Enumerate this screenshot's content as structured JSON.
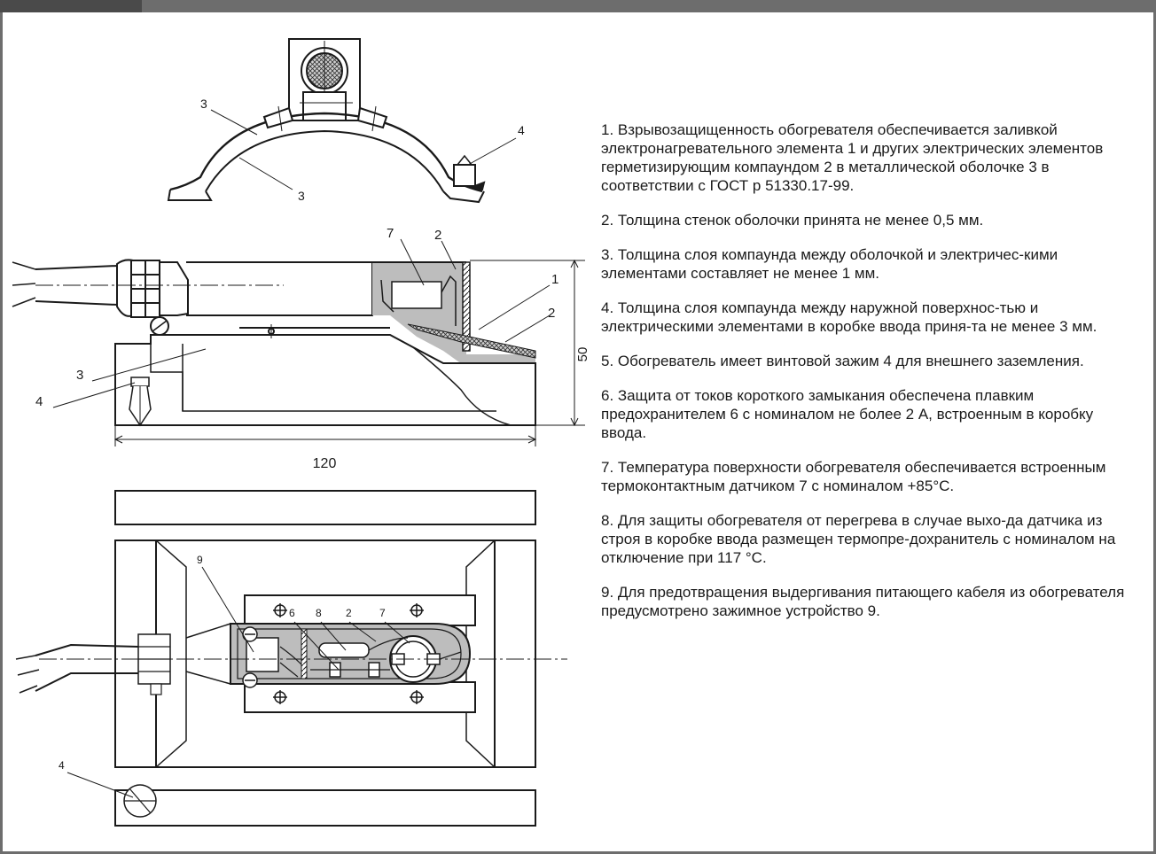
{
  "header": {
    "title": ""
  },
  "labels": {
    "top_view_3a": "3",
    "top_view_3b": "3",
    "top_view_4": "4",
    "side_7": "7",
    "side_2a": "2",
    "side_1": "1",
    "side_2b": "2",
    "side_50": "50",
    "side_3": "3",
    "side_4": "4",
    "side_120": "120",
    "plan_9": "9",
    "plan_6": "6",
    "plan_8": "8",
    "plan_2": "2",
    "plan_7": "7",
    "plan_4": "4"
  },
  "notes": [
    "1.  Взрывозащищенность обогревателя обеспечивается заливкой электронагревательного элемента 1 и других электрических элементов герметизирующим компаундом 2 в металлической оболочке 3 в соответствии с ГОСТ р 51330.17-99.",
    "2. Толщина стенок оболочки принята не менее 0,5 мм.",
    "3. Толщина слоя компаунда между оболочкой и электричес-кими элементами составляет не менее 1 мм.",
    "4. Толщина слоя компаунда между наружной поверхнос-тью и электрическими элементами в коробке ввода приня-та не менее 3 мм.",
    "5. Обогреватель имеет винтовой зажим 4 для внешнего заземления.",
    "6. Защита от токов короткого замыкания обеспечена плавким предохранителем 6 с номиналом не более 2 А, встроенным в коробку ввода.",
    "7. Температура поверхности обогревателя обеспечивается встроенным термоконтактным датчиком 7 с номиналом +85°С.",
    "8. Для защиты обогревателя от перегрева в случае выхо-да датчика из строя в коробке ввода размещен термопре-дохранитель с номиналом на отключение при 117 °С.",
    "9. Для предотвращения выдергивания питающего кабеля из обогревателя предусмотрено зажимное устройство 9."
  ],
  "colors": {
    "frame": "#6d6d6d",
    "compound": "#bdbdbd",
    "line": "#1a1a1a"
  }
}
